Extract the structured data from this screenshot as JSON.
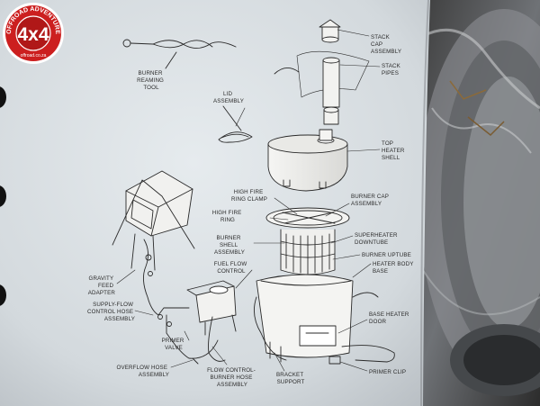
{
  "logo": {
    "name": "OFFROAD ADVENTURE",
    "mark": "4x4",
    "url": "offroad.co.za"
  },
  "labels": {
    "burner_reaming_tool": [
      "BURNER",
      "REAMING",
      "TOOL"
    ],
    "stack_cap_assembly": [
      "STACK",
      "CAP",
      "ASSEMBLY"
    ],
    "stack_pipes": [
      "STACK",
      "PIPES"
    ],
    "lid_assembly": [
      "LID",
      "ASSEMBLY"
    ],
    "top_heater_shell": [
      "TOP",
      "HEATER",
      "SHELL"
    ],
    "high_fire_ring_clamp": [
      "HIGH FIRE",
      "RING CLAMP"
    ],
    "high_fire_ring": [
      "HIGH FIRE",
      "RING"
    ],
    "burner_cap_assembly": [
      "BURNER CAP",
      "ASSEMBLY"
    ],
    "superheater_downtube": [
      "SUPERHEATER",
      "DOWNTUBE"
    ],
    "burner_shell_assembly": [
      "BURNER",
      "SHELL",
      "ASSEMBLY"
    ],
    "burner_uptube": [
      "BURNER UPTUBE"
    ],
    "fuel_flow_control": [
      "FUEL FLOW",
      "CONTROL"
    ],
    "heater_body_base": [
      "HEATER BODY",
      "BASE"
    ],
    "gravity_feed_adapter": [
      "GRAVITY",
      "FEED",
      "ADAPTER"
    ],
    "supply_flow_control_hose_assembly": [
      "SUPPLY-FLOW",
      "CONTROL HOSE",
      "ASSEMBLY"
    ],
    "primer_valve": [
      "PRIMER",
      "VALVE"
    ],
    "base_heater_door": [
      "BASE HEATER",
      "DOOR"
    ],
    "overflow_hose_assembly": [
      "OVERFLOW HOSE",
      "ASSEMBLY"
    ],
    "flow_control_burner_hose_assembly": [
      "FLOW CONTROL-",
      "BURNER HOSE",
      "ASSEMBLY"
    ],
    "bracket_support": [
      "BRACKET",
      "SUPPORT"
    ],
    "primer_clip": [
      "PRIMER CLIP"
    ]
  }
}
